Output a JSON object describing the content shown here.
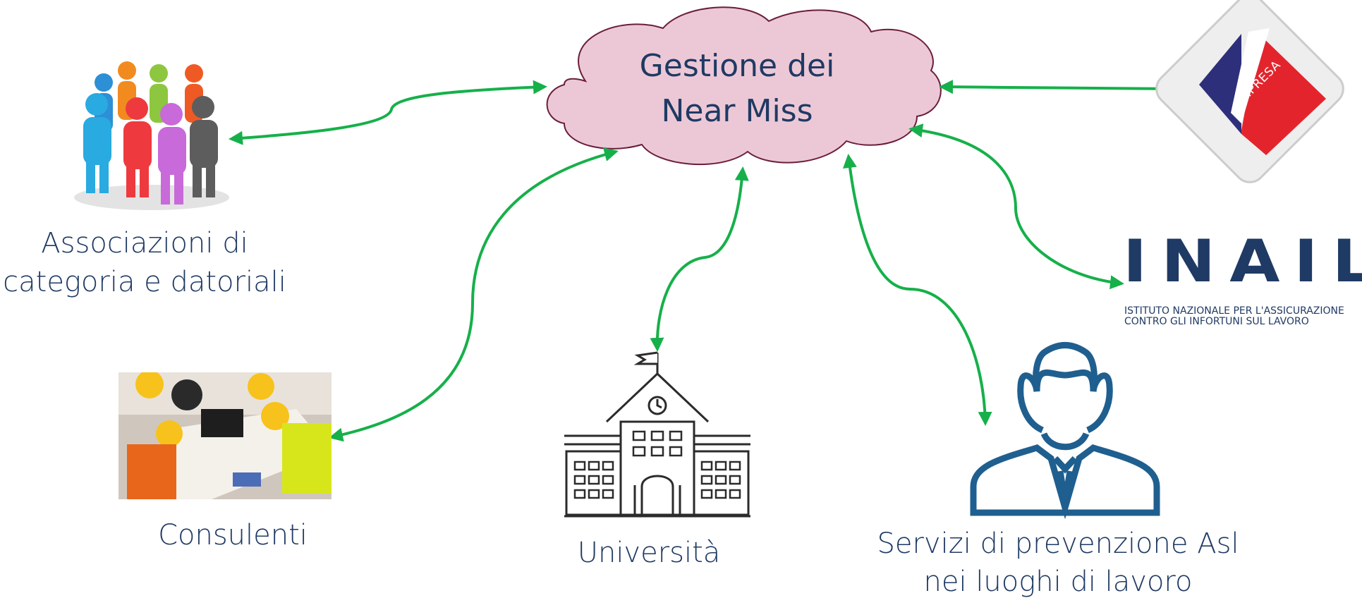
{
  "center": {
    "title_line1": "Gestione dei",
    "title_line2": "Near Miss"
  },
  "nodes": {
    "associazioni": {
      "line1": "Associazioni di",
      "line2": "categoria e datoriali"
    },
    "consulenti": {
      "label": "Consulenti"
    },
    "universita": {
      "label": "Università"
    },
    "asl": {
      "line1": "Servizi di prevenzione Asl",
      "line2": "nei luoghi di lavoro"
    },
    "inail": {
      "logo_text": "INAIL",
      "sub1": "ISTITUTO NAZIONALE PER L'ASSICURAZIONE",
      "sub2": "CONTRO GLI INFORTUNI SUL LAVORO"
    },
    "impresa": {
      "logo_text": "IMPRESA"
    }
  },
  "colors": {
    "arrow": "#16b04a",
    "cloud_fill": "#ecc8d6",
    "cloud_stroke": "#6b1d3a",
    "text": "#1f3a64",
    "inail": "#1f3a64",
    "impresa_red": "#e4242c",
    "impresa_blue": "#2e2f7a"
  }
}
